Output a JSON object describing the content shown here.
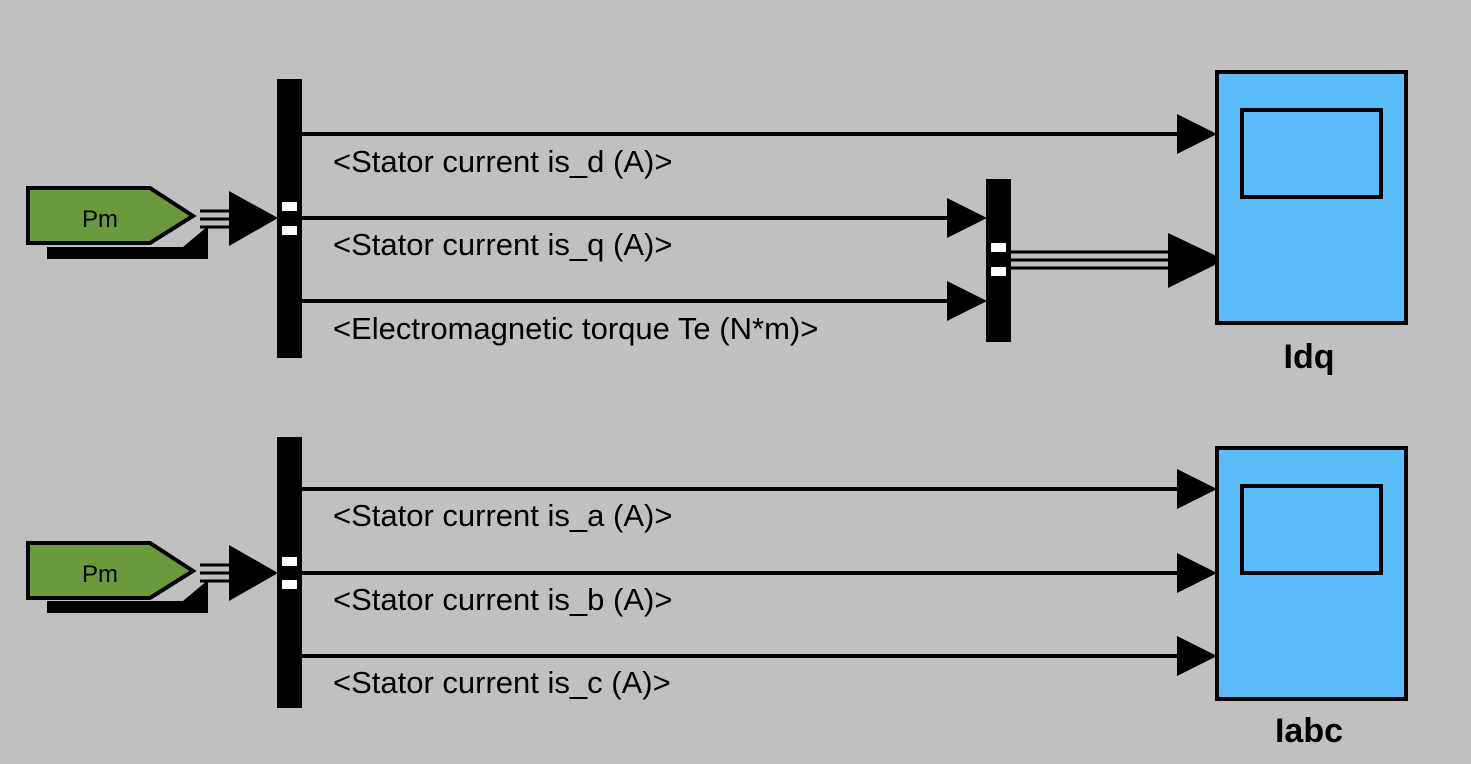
{
  "colors": {
    "background": "#c0c0c0",
    "from_block": "#6b9a3c",
    "scope_block": "#5bbcf9",
    "line": "#000000"
  },
  "top_group": {
    "from_tag": "Pm",
    "signals": [
      "<Stator current is_d (A)>",
      "<Stator current is_q (A)>",
      "<Electromagnetic torque Te (N*m)>"
    ],
    "scope_name": "Idq"
  },
  "bottom_group": {
    "from_tag": "Pm",
    "signals": [
      "<Stator current is_a (A)>",
      "<Stator current is_b (A)>",
      "<Stator current is_c (A)>"
    ],
    "scope_name": "Iabc"
  }
}
